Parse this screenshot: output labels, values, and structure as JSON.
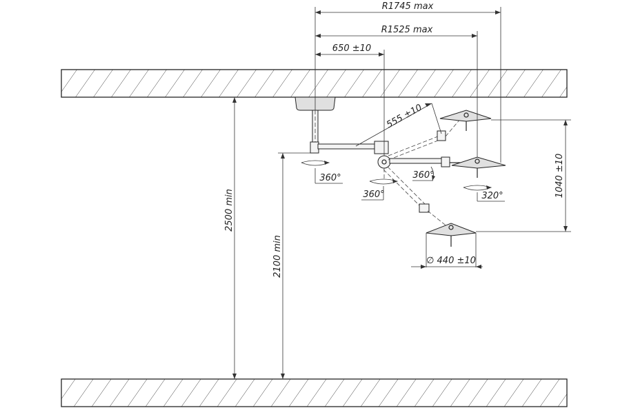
{
  "dimensions": {
    "r_max_outer": "R1745 max",
    "r_max_inner": "R1525 max",
    "arm_length": "650 ±10",
    "spring_arm": "555 ±10",
    "vertical_range": "1040 ±10",
    "ceiling_height": "2500 min",
    "mount_height": "2100 min",
    "lamp_diameter": "∅ 440 ±10"
  },
  "rotations": {
    "central_axis": "360°",
    "arm_joint": "360°",
    "elbow": "360°",
    "lamp_head": "320°"
  },
  "colors": {
    "line": "#222222",
    "hatch": "#333333",
    "background": "#ffffff"
  }
}
